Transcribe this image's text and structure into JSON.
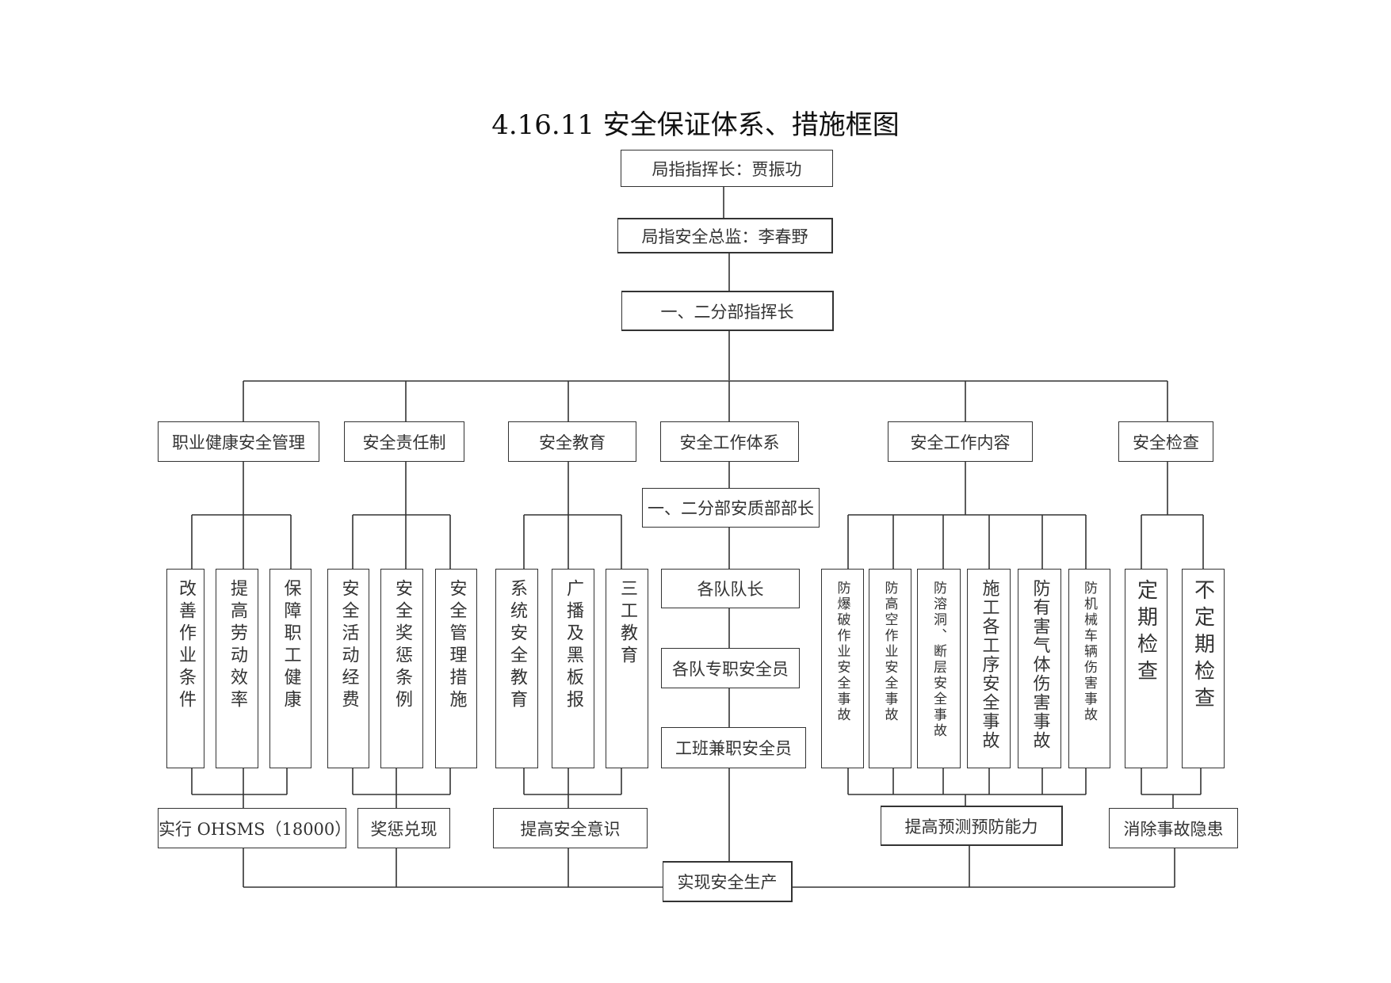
{
  "title": "4.16.11 安全保证体系、措施框图",
  "top": {
    "commander": "局指指挥长：贾振功",
    "safety_director": "局指安全总监：李春野",
    "division_commander": "一、二分部指挥长"
  },
  "categories": {
    "occupational": "职业健康安全管理",
    "responsibility": "安全责任制",
    "education": "安全教育",
    "work_system": "安全工作体系",
    "work_content": "安全工作内容",
    "inspection": "安全检查"
  },
  "sub": {
    "occupational": [
      "改善作业条件",
      "提高劳动效率",
      "保障职工健康"
    ],
    "responsibility": [
      "安全活动经费",
      "安全奖惩条例",
      "安全管理措施"
    ],
    "education": [
      "系统安全教育",
      "广播及黑板报",
      "三工教育"
    ],
    "work_system": [
      "一、二分部安质部部长",
      "各队队长",
      "各队专职安全员",
      "工班兼职安全员"
    ],
    "work_content": [
      "防爆破作业安全事故",
      "防高空作业安全事故",
      "防溶洞、断层安全事故",
      "施工各工序安全事故",
      "防有害气体伤害事故",
      "防机械车辆伤害事故"
    ],
    "inspection": [
      "定期检查",
      "不定期检查"
    ]
  },
  "results": {
    "ohsms": "实行 OHSMS（18000）",
    "reward": "奖惩兑现",
    "awareness": "提高安全意识",
    "prediction": "提高预测预防能力",
    "eliminate": "消除事故隐患",
    "final": "实现安全生产"
  }
}
